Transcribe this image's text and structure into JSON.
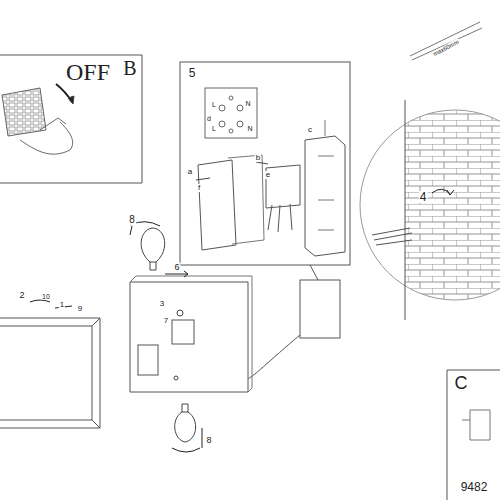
{
  "diagram": {
    "labels": [
      "OFF",
      "B",
      "5",
      "L",
      "N",
      "d",
      "L",
      "N",
      "c",
      "a",
      "b",
      "f",
      "e",
      "8",
      "max60mm",
      "4",
      "6",
      "3",
      "7",
      "2",
      "10",
      "1",
      "9",
      "C",
      "8",
      "9482"
    ]
  }
}
